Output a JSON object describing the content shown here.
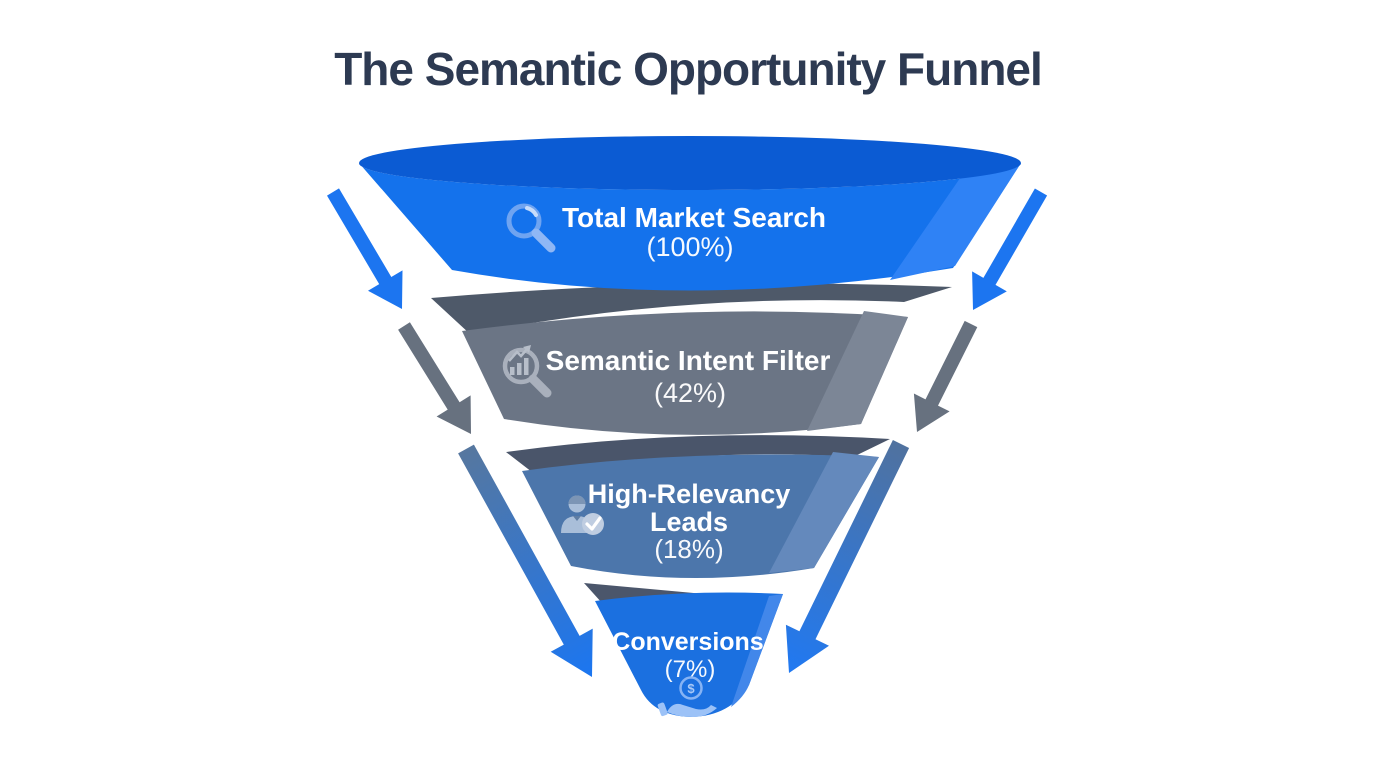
{
  "title": "The Semantic Opportunity Funnel",
  "funnel": {
    "stages": [
      {
        "name": "Total Market Search",
        "percent": "(100%)",
        "icon": "search-icon",
        "fill": "#1472EC"
      },
      {
        "name": "Semantic Intent Filter",
        "percent": "(42%)",
        "icon": "chart-magnifier-icon",
        "fill": "#6B7585"
      },
      {
        "name": "High-Relevancy Leads",
        "lines": [
          "High-Relevancy",
          "Leads"
        ],
        "percent": "(18%)",
        "icon": "person-check-icon",
        "fill": "#4C76AB"
      },
      {
        "name": "Conversions",
        "percent": "(7%)",
        "icon": "dollar-hand-icon",
        "fill": "#1B70E0"
      }
    ]
  },
  "icons": {
    "dollar_glyph": "$"
  },
  "colors": {
    "background": "#FFFFFF",
    "title_text": "#2D3A52",
    "stage_text": "#FFFFFF",
    "arrow_blue": "#1C75F0",
    "arrow_gray": "#67717F",
    "arrow_gradient_start": "#56779F",
    "arrow_gradient_end": "#1B76F1",
    "stage1_top": "#0B5BD3",
    "stage2_band": "#4E5969",
    "stage3_band": "#4A556A",
    "stage4_band": "#4B566B"
  }
}
